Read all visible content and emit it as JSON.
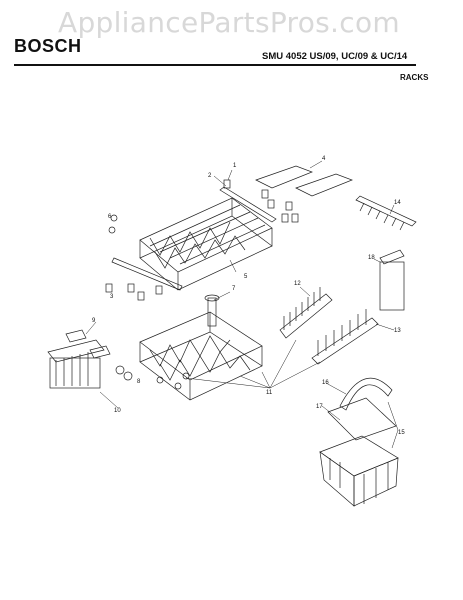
{
  "watermark": "AppliancePartsPros.com",
  "brand": "BOSCH",
  "model": "SMU 4052 US/09, UC/09 & UC/14",
  "section": "RACKS",
  "callouts": [
    "1",
    "2",
    "3",
    "4",
    "5",
    "6",
    "7",
    "8",
    "9",
    "10",
    "11",
    "12",
    "13",
    "14",
    "15",
    "16",
    "17",
    "18"
  ]
}
